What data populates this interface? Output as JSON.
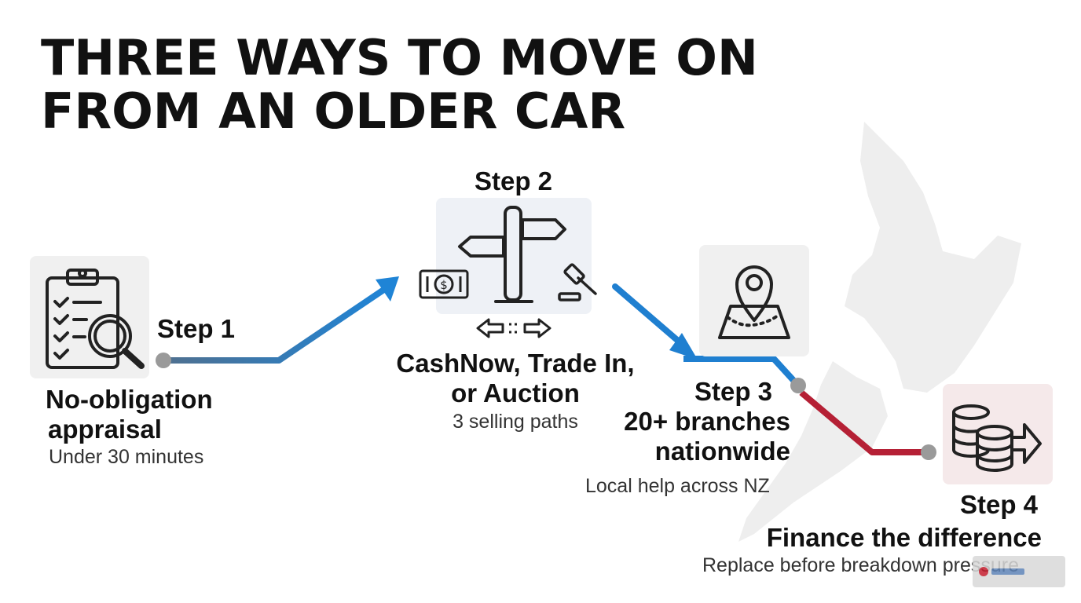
{
  "title": {
    "line1": "THREE WAYS TO MOVE ON",
    "line2": "FROM AN OLDER CAR"
  },
  "steps": [
    {
      "label": "Step 1",
      "heading_l1": "No-obligation",
      "heading_l2": "appraisal",
      "sub": "Under 30 minutes",
      "icon": "clipboard-magnifier-icon"
    },
    {
      "label": "Step 2",
      "heading_l1": "CashNow, Trade In,",
      "heading_l2": "or Auction",
      "sub": "3 selling paths",
      "icon": "signpost-icon"
    },
    {
      "label": "Step 3",
      "heading_l1": "20+ branches",
      "heading_l2": "nationwide",
      "sub": "Local help across NZ",
      "icon": "map-pin-icon"
    },
    {
      "label": "Step 4",
      "heading_l1": "Finance the difference",
      "sub": "Replace before breakdown pressure",
      "icon": "coins-arrow-icon"
    }
  ],
  "colors": {
    "arrow_blue_start": "#4a6f97",
    "arrow_blue": "#1f7fd0",
    "arrow_red": "#b52035",
    "node": "#9a9a9a",
    "map": "#eeeeee",
    "icon_box": "#f0f0f0",
    "icon_box_step2": "#eef1f6",
    "icon_box_step4": "#f5e9ea"
  }
}
